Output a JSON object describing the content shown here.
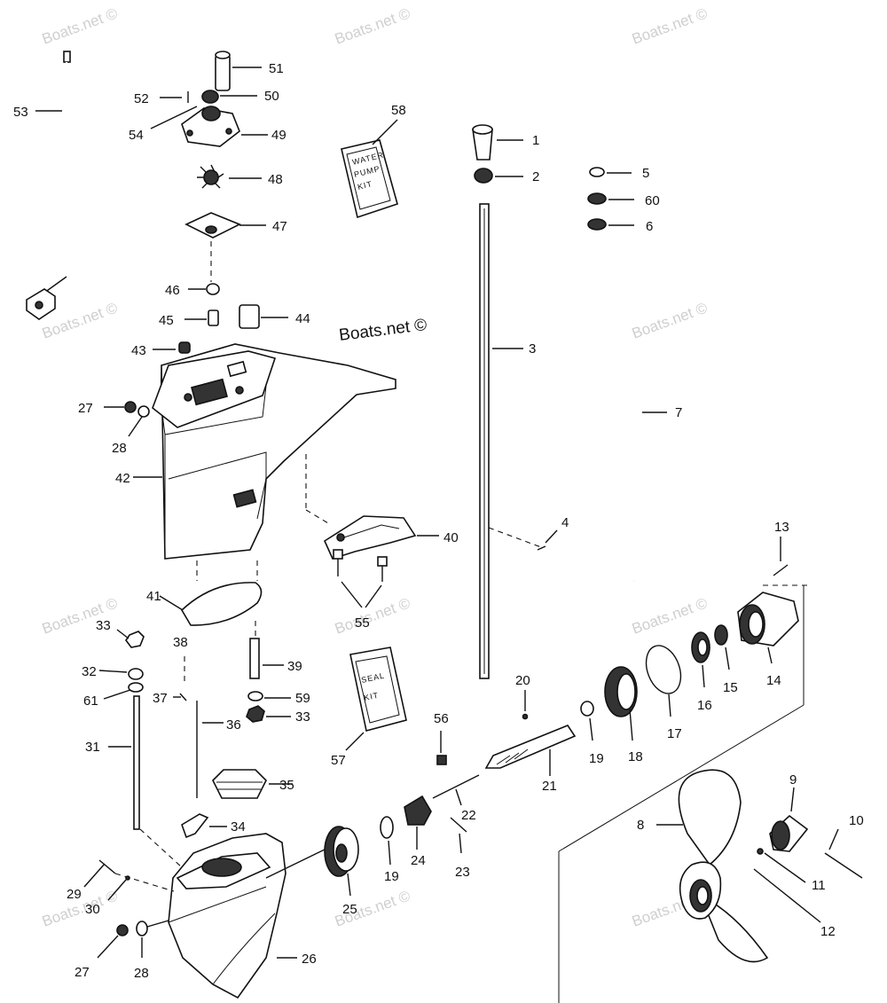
{
  "watermarks": {
    "text": "Boats.net ©",
    "main_text": "Boats.net ©"
  },
  "kits": {
    "water_pump_kit_lines": [
      "WATER",
      "PUMP",
      "KIT"
    ],
    "seal_kit_lines": [
      "SEAL",
      "KIT"
    ]
  },
  "callouts": {
    "c1": "1",
    "c2": "2",
    "c3": "3",
    "c4": "4",
    "c5": "5",
    "c6": "6",
    "c7": "7",
    "c8": "8",
    "c9": "9",
    "c10": "10",
    "c11": "11",
    "c12": "12",
    "c13": "13",
    "c14": "14",
    "c15": "15",
    "c16": "16",
    "c17": "17",
    "c18": "18",
    "c19a": "19",
    "c19b": "19",
    "c20": "20",
    "c21": "21",
    "c22": "22",
    "c23": "23",
    "c24": "24",
    "c25": "25",
    "c26": "26",
    "c27a": "27",
    "c27b": "27",
    "c28a": "28",
    "c28b": "28",
    "c29": "29",
    "c30": "30",
    "c31": "31",
    "c32": "32",
    "c33a": "33",
    "c33b": "33",
    "c34": "34",
    "c35": "35",
    "c36": "36",
    "c37": "37",
    "c38": "38",
    "c39": "39",
    "c40": "40",
    "c41": "41",
    "c42": "42",
    "c43": "43",
    "c44": "44",
    "c45": "45",
    "c46": "46",
    "c47": "47",
    "c48": "48",
    "c49": "49",
    "c50": "50",
    "c51": "51",
    "c52": "52",
    "c53": "53",
    "c54": "54",
    "c55": "55",
    "c56": "56",
    "c57": "57",
    "c58": "58",
    "c59": "59",
    "c60": "60",
    "c61": "61"
  }
}
